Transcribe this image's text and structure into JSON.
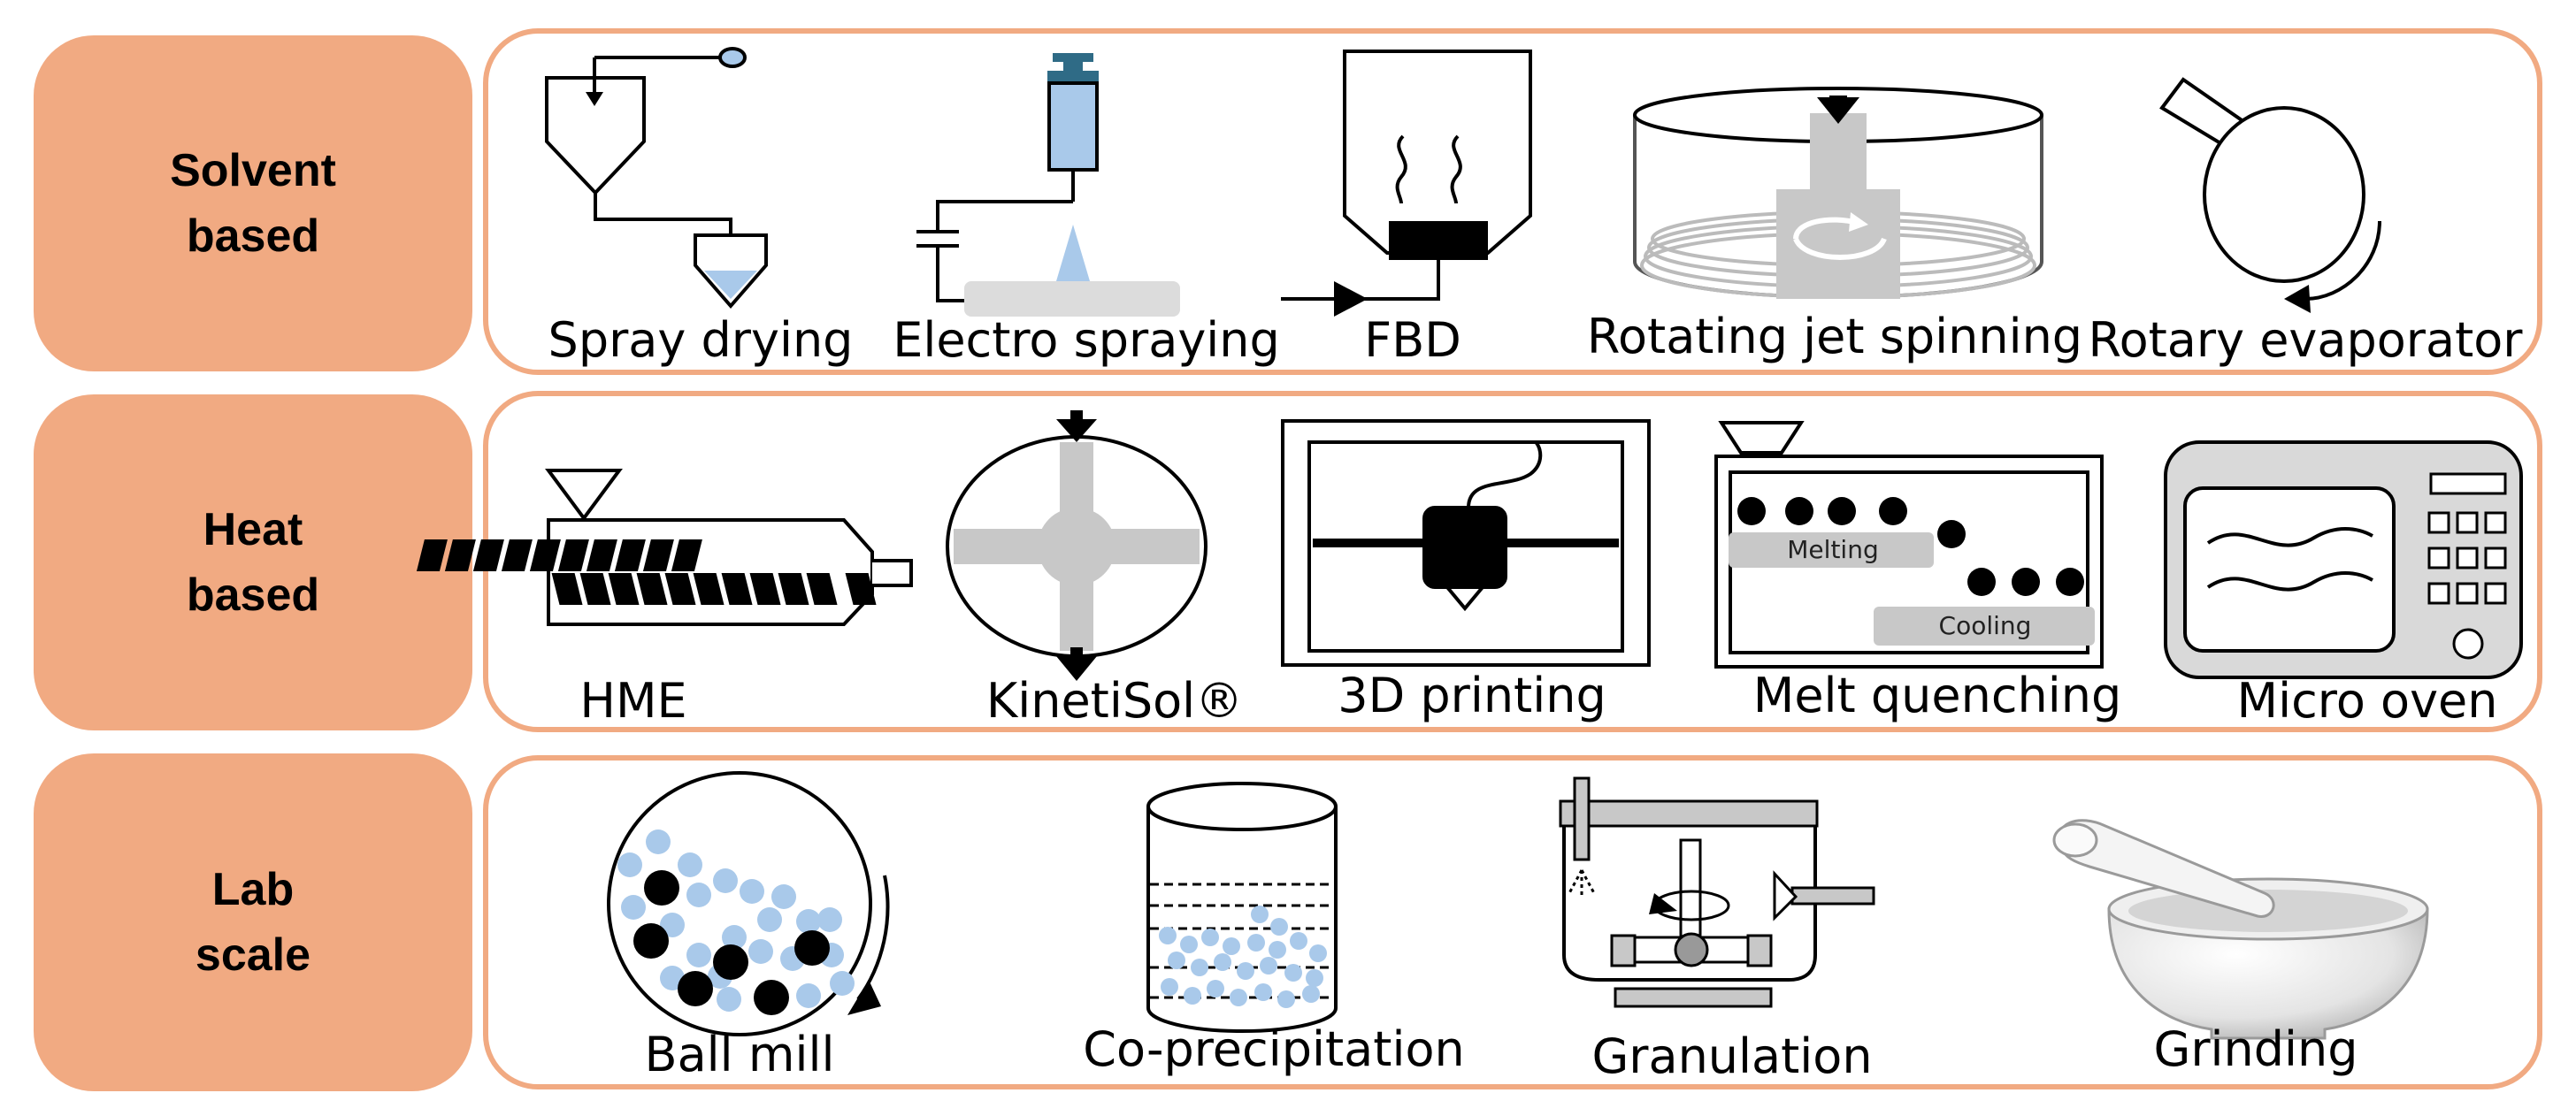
{
  "categories": [
    {
      "label": "Solvent\nbased"
    },
    {
      "label": "Heat\nbased"
    },
    {
      "label": "Lab\nscale"
    }
  ],
  "solvent_methods": [
    "Spray drying",
    "Electro spraying",
    "FBD",
    "Rotating jet spinning",
    "Rotary evaporator"
  ],
  "heat_methods": [
    "HME",
    "KinetiSol®",
    "3D printing",
    "Melt quenching",
    "Micro oven"
  ],
  "lab_methods": [
    "Ball mill",
    "Co-precipitation",
    "Granulation",
    "Grinding"
  ],
  "melt_quench_steps": {
    "melting": "Melting",
    "cooling": "Cooling"
  },
  "colors": {
    "accent": "#f1aa82",
    "light_blue": "#a9c9ea",
    "dark_teal": "#2f6b86",
    "gray": "#c8c8c8"
  }
}
